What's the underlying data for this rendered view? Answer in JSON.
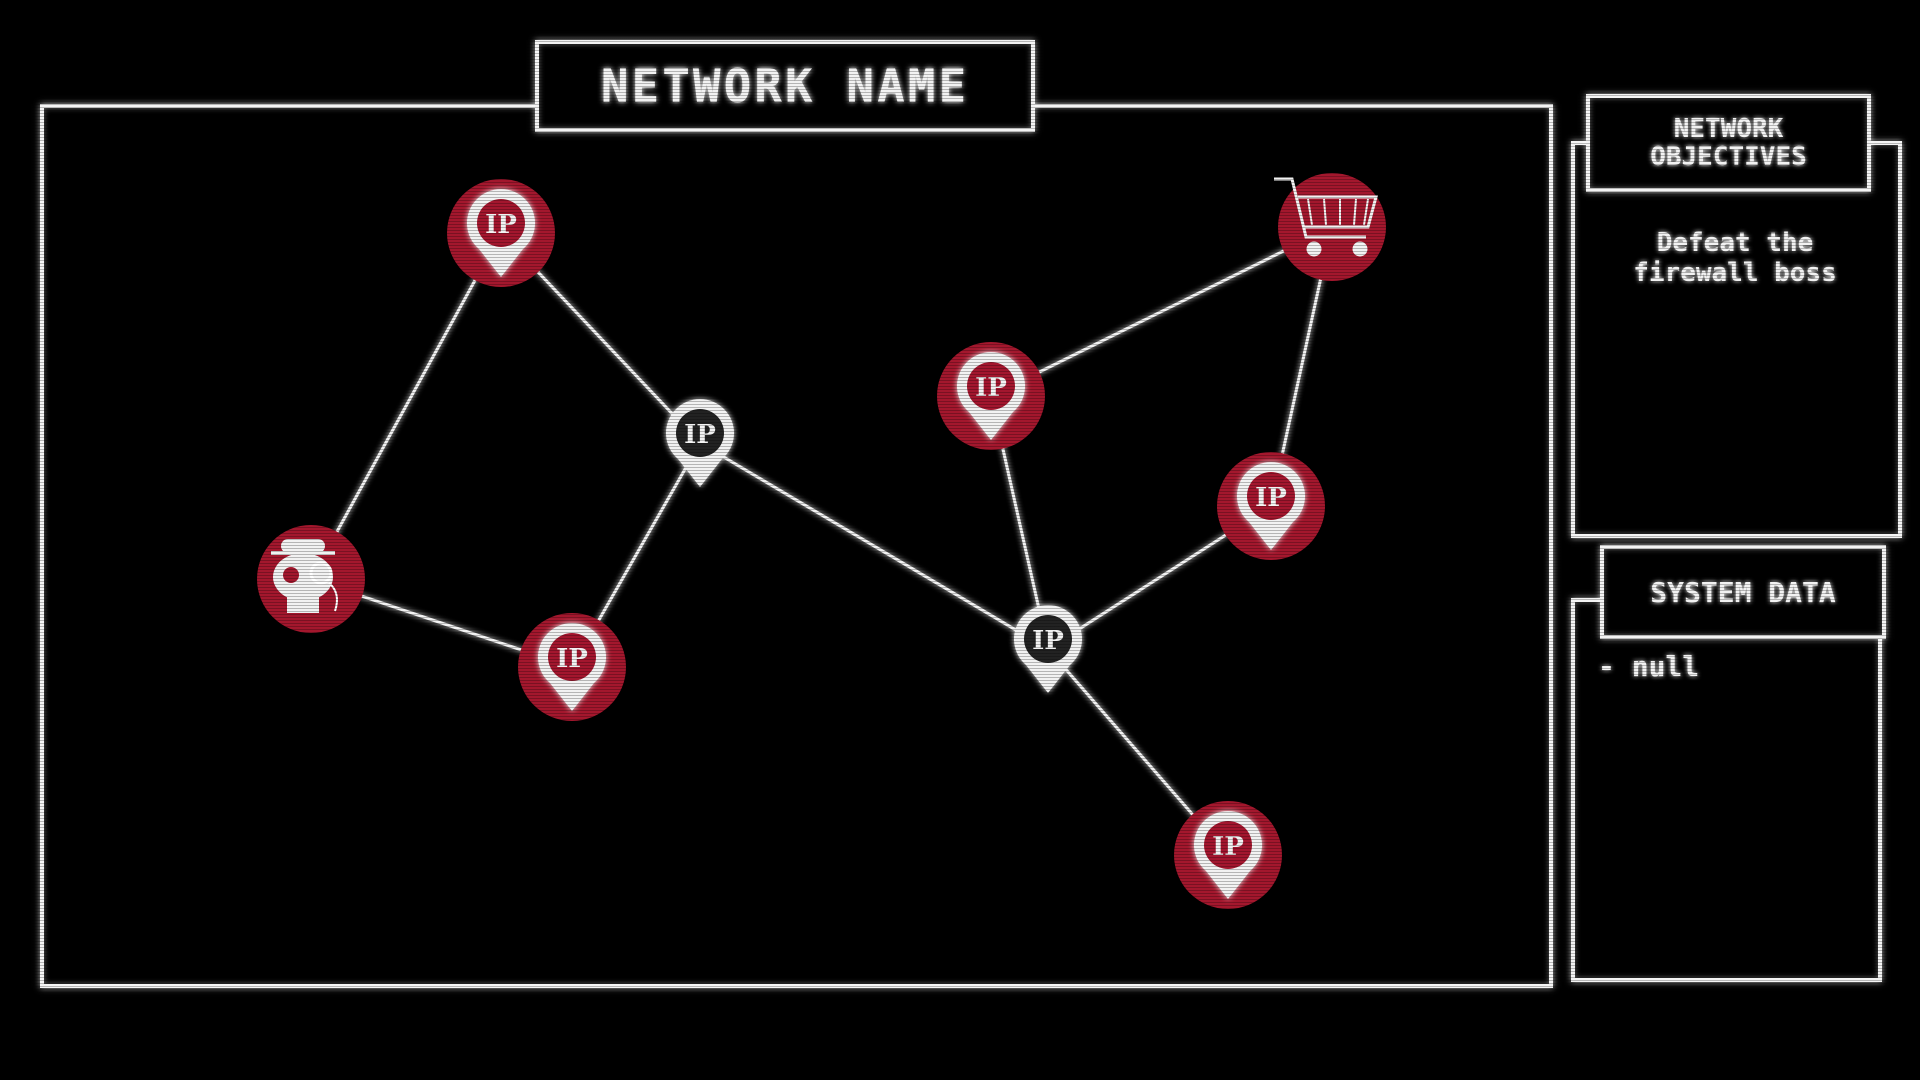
{
  "header": {
    "title": "NETWORK NAME"
  },
  "objectives": {
    "title": "NETWORK\nOBJECTIVES",
    "text": "Defeat the\nfirewall boss"
  },
  "system_data": {
    "title": "SYSTEM DATA",
    "lines": [
      "- null"
    ]
  },
  "colors": {
    "node_red": "#a3172d",
    "line": "#f2f2f2"
  },
  "nodes": [
    {
      "id": "ip1",
      "type": "ip",
      "state": "red",
      "label": "IP"
    },
    {
      "id": "ip2",
      "type": "ip",
      "state": "white",
      "label": "IP"
    },
    {
      "id": "skull",
      "type": "skull-icon",
      "state": "red"
    },
    {
      "id": "ip3",
      "type": "ip",
      "state": "red",
      "label": "IP"
    },
    {
      "id": "ip4",
      "type": "ip",
      "state": "red",
      "label": "IP"
    },
    {
      "id": "shop",
      "type": "cart-icon",
      "state": "red"
    },
    {
      "id": "ip5",
      "type": "ip",
      "state": "red",
      "label": "IP"
    },
    {
      "id": "ip6",
      "type": "ip",
      "state": "white",
      "label": "IP"
    },
    {
      "id": "ip7",
      "type": "ip",
      "state": "red",
      "label": "IP"
    }
  ],
  "edges": [
    [
      "ip1",
      "skull"
    ],
    [
      "ip1",
      "ip2"
    ],
    [
      "ip2",
      "ip3"
    ],
    [
      "skull",
      "ip3"
    ],
    [
      "ip2",
      "ip6"
    ],
    [
      "ip4",
      "shop"
    ],
    [
      "ip4",
      "ip6"
    ],
    [
      "shop",
      "ip5"
    ],
    [
      "ip5",
      "ip6"
    ],
    [
      "ip6",
      "ip7"
    ]
  ]
}
